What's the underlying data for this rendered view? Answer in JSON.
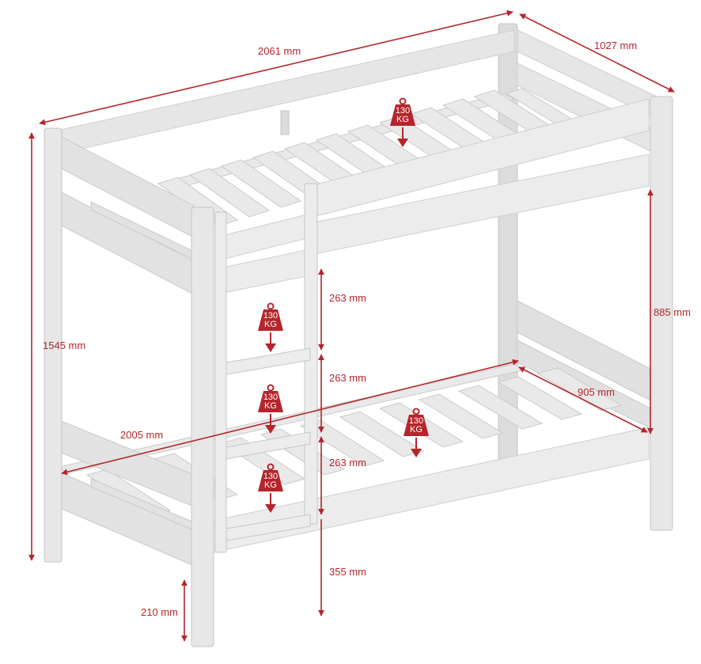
{
  "diagram": {
    "subject": "bunk-bed",
    "accent_color": "#b5252b",
    "frame_color": "#e3e3e3",
    "dimensions": {
      "top_length": "2061 mm",
      "top_width": "1027 mm",
      "total_height": "1545 mm",
      "bunk_clearance": "885 mm",
      "ladder_step_1": "263 mm",
      "ladder_step_2": "263 mm",
      "ladder_step_3": "263 mm",
      "lower_bed_height": "355 mm",
      "mattress_length": "2005 mm",
      "mattress_width": "905 mm",
      "floor_clearance": "210 mm"
    },
    "weight_badges": [
      {
        "line1": "130",
        "line2": "KG"
      },
      {
        "line1": "130",
        "line2": "KG"
      },
      {
        "line1": "130",
        "line2": "KG"
      },
      {
        "line1": "130",
        "line2": "KG"
      },
      {
        "line1": "130",
        "line2": "KG"
      }
    ]
  }
}
